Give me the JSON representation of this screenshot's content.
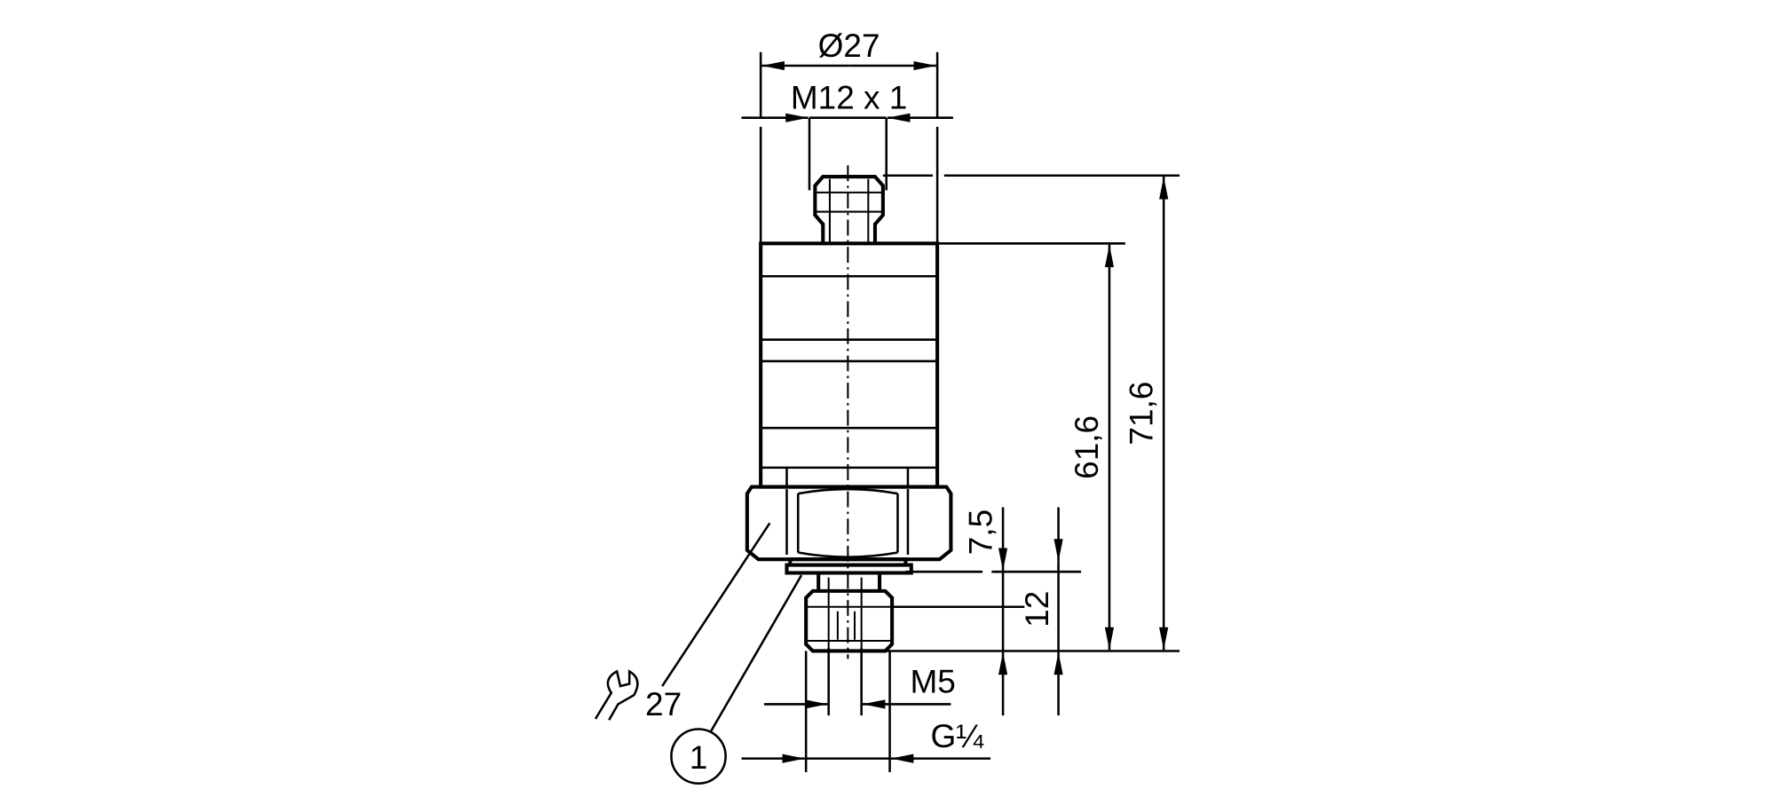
{
  "dimensions": {
    "outer_diameter": "Ø27",
    "connector_thread": "M12 x 1",
    "height_body": "61,6",
    "height_total": "71,6",
    "hex_to_tip": "7,5",
    "thread_length": "12",
    "inner_thread": "M5",
    "process_thread": "G¼",
    "wrench_size": "27"
  },
  "callouts": {
    "item_1": "1"
  },
  "icons": {
    "wrench": "wrench-icon"
  }
}
